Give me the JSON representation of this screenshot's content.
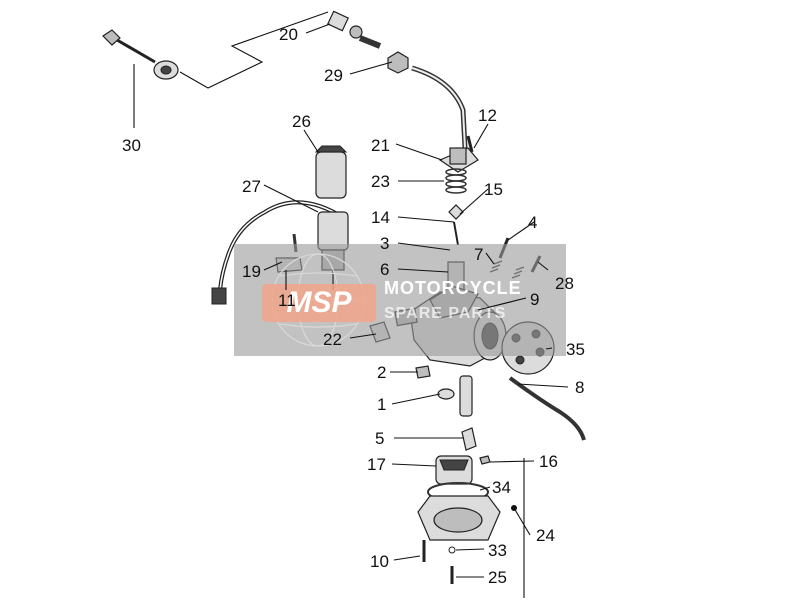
{
  "watermark": {
    "logo_text": "MSP",
    "line1": "MOTORCYCLE",
    "line2": "SPARE PARTS",
    "band_color": "#9a9a9a",
    "logo_color": "#f0a58a"
  },
  "callouts": [
    {
      "id": "30",
      "text": "30"
    },
    {
      "id": "20",
      "text": "20"
    },
    {
      "id": "29",
      "text": "29"
    },
    {
      "id": "12",
      "text": "12"
    },
    {
      "id": "26",
      "text": "26"
    },
    {
      "id": "21",
      "text": "21"
    },
    {
      "id": "23",
      "text": "23"
    },
    {
      "id": "15",
      "text": "15"
    },
    {
      "id": "27",
      "text": "27"
    },
    {
      "id": "14",
      "text": "14"
    },
    {
      "id": "4",
      "text": "4"
    },
    {
      "id": "3",
      "text": "3"
    },
    {
      "id": "7",
      "text": "7"
    },
    {
      "id": "28",
      "text": "28"
    },
    {
      "id": "6",
      "text": "6"
    },
    {
      "id": "19",
      "text": "19"
    },
    {
      "id": "11",
      "text": "11"
    },
    {
      "id": "9",
      "text": "9"
    },
    {
      "id": "22",
      "text": "22"
    },
    {
      "id": "35",
      "text": "35"
    },
    {
      "id": "2",
      "text": "2"
    },
    {
      "id": "8",
      "text": "8"
    },
    {
      "id": "1",
      "text": "1"
    },
    {
      "id": "5",
      "text": "5"
    },
    {
      "id": "17",
      "text": "17"
    },
    {
      "id": "16",
      "text": "16"
    },
    {
      "id": "34",
      "text": "34"
    },
    {
      "id": "24",
      "text": "24"
    },
    {
      "id": "33",
      "text": "33"
    },
    {
      "id": "10",
      "text": "10"
    },
    {
      "id": "25",
      "text": "25"
    }
  ]
}
